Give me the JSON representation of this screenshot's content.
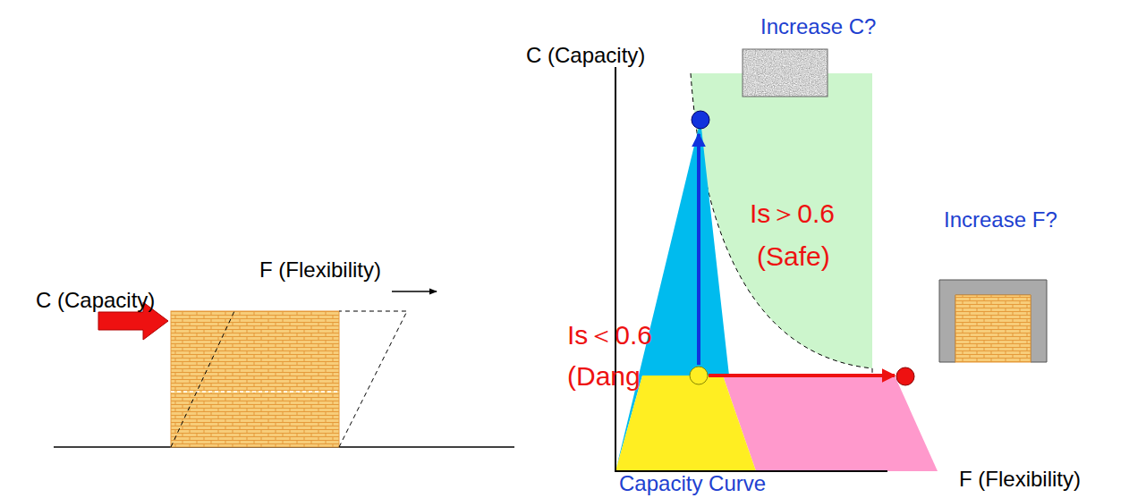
{
  "diagram": {
    "labels": [
      "Increase C?",
      "C (Capacity)",
      "Is＞0.6",
      "(Safe)",
      "C (Capacity)",
      "F (Flexibility)",
      "Is＜0.6",
      "(Dang",
      "Increase F?",
      "Capacity Curve",
      "F (Flexibility)"
    ]
  }
}
